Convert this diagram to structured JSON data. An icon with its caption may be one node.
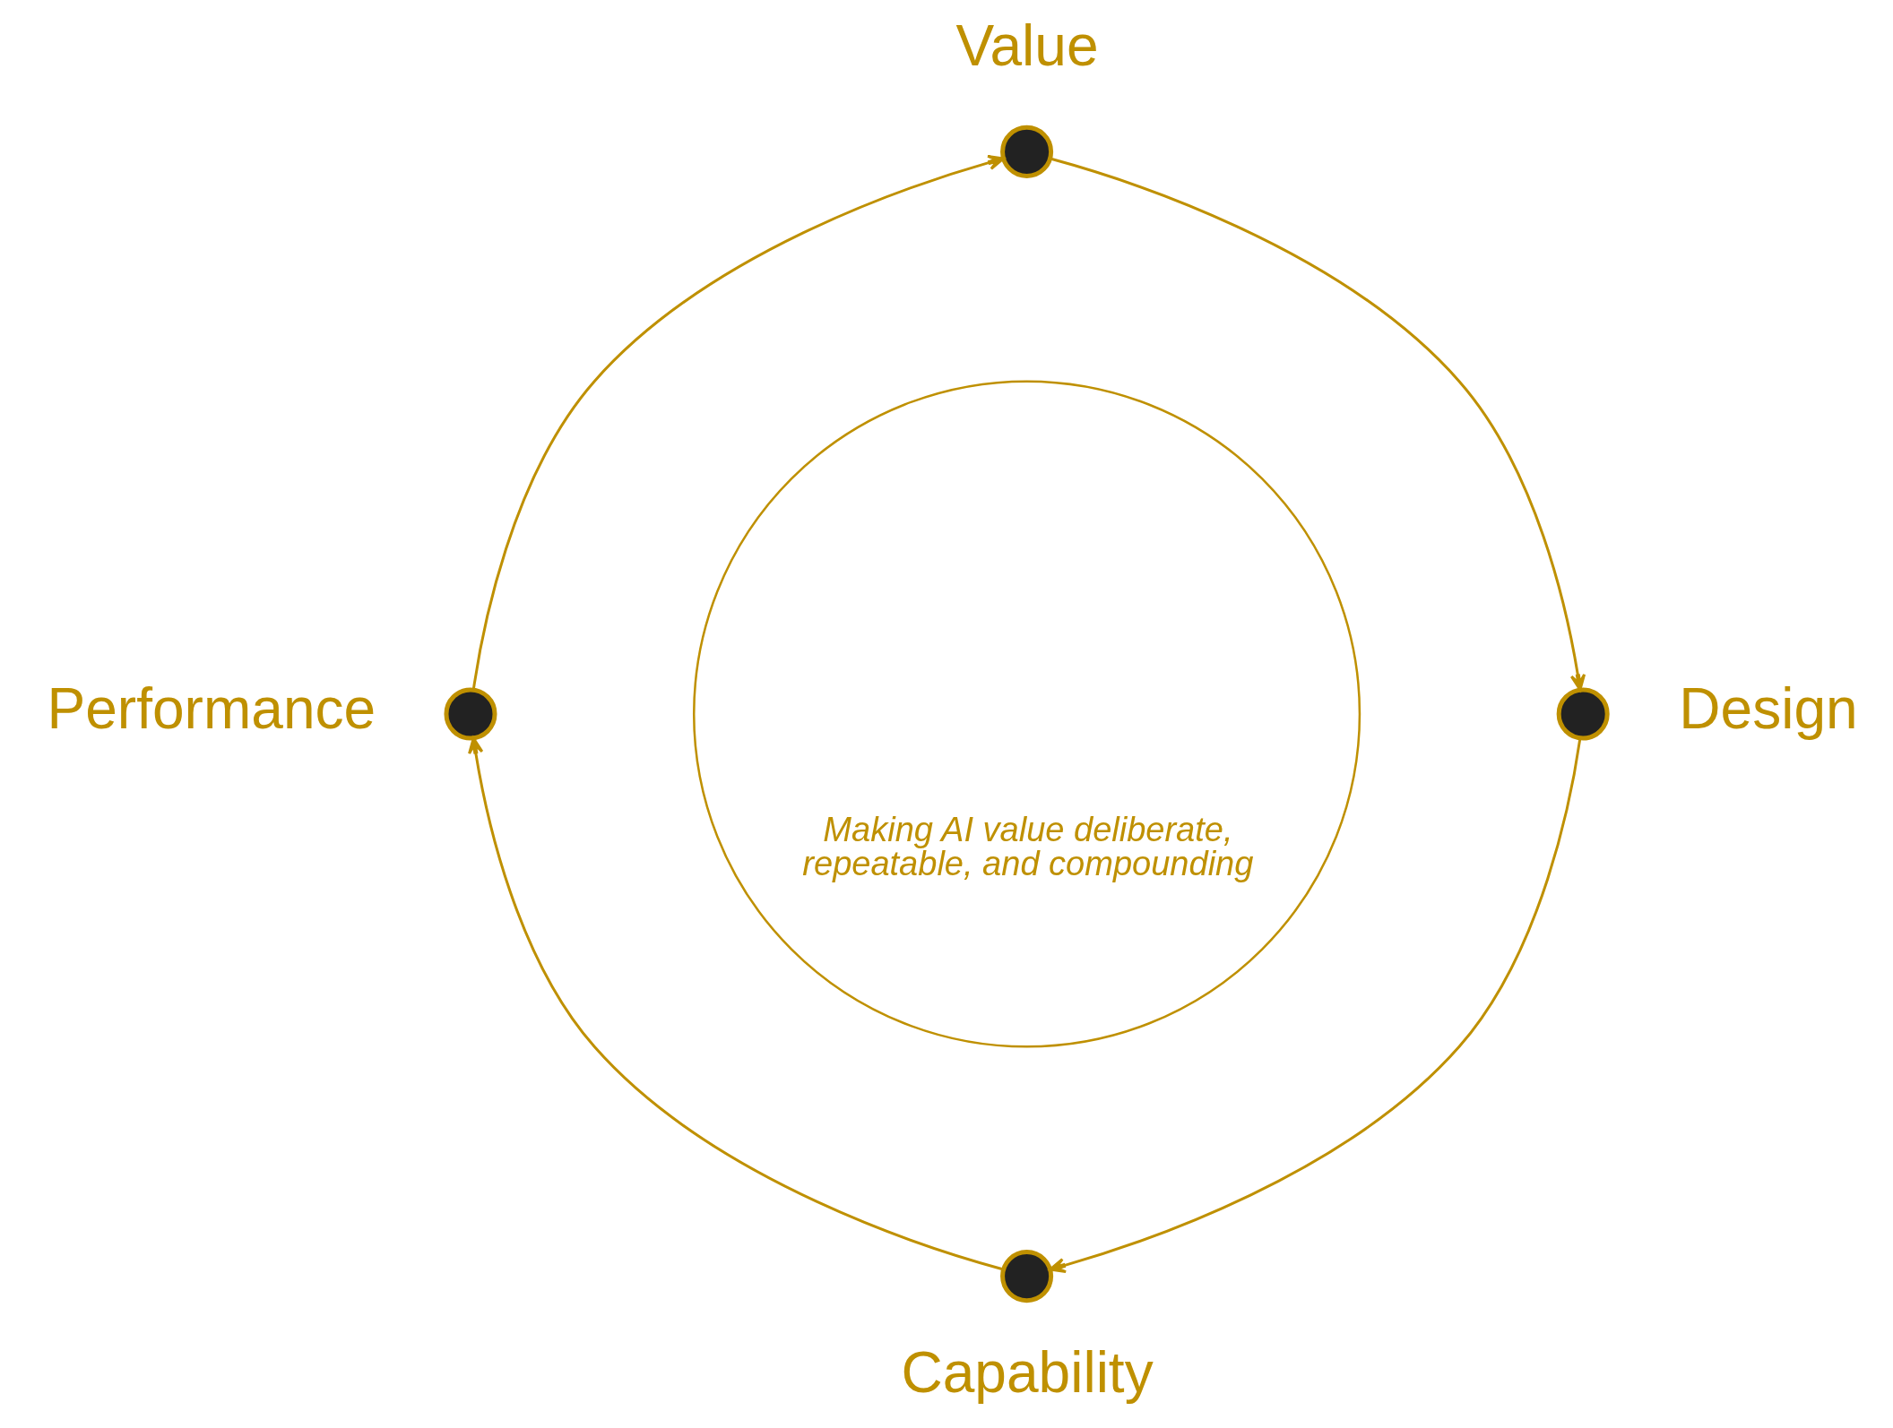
{
  "diagram": {
    "nodes": [
      {
        "text": [
          "Value"
        ]
      },
      {
        "text": [
          "Performance"
        ]
      },
      {
        "text": [
          "Design"
        ]
      },
      {
        "text": [
          "Making AI value deliberate, repeatable, and compounding"
        ]
      },
      {
        "text": [
          "Capability"
        ]
      }
    ],
    "edges": [
      {
        "from": 0,
        "to": 2,
        "arrow": "to"
      },
      {
        "from": 2,
        "to": 4,
        "arrow": "to"
      },
      {
        "from": 4,
        "to": 1,
        "arrow": "to"
      },
      {
        "from": 1,
        "to": 0,
        "arrow": "to"
      }
    ]
  }
}
